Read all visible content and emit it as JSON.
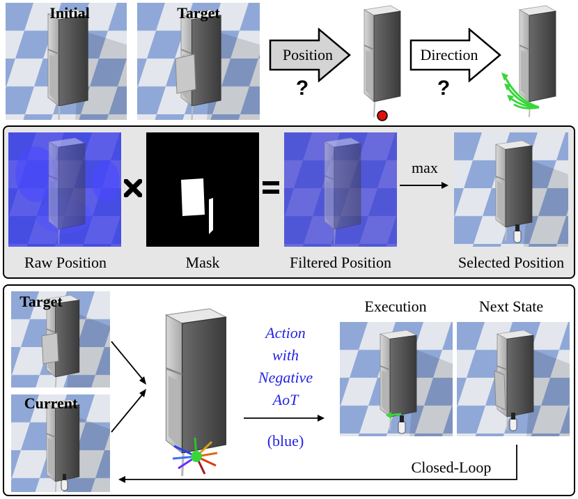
{
  "top": {
    "initial_label": "Initial",
    "target_label": "Target",
    "position_label": "Position",
    "direction_label": "Direction",
    "question_1": "?",
    "question_2": "?"
  },
  "middle": {
    "raw_position": "Raw Position",
    "mask": "Mask",
    "filtered_position": "Filtered Position",
    "selected_position": "Selected Position",
    "max_label": "max"
  },
  "bottom": {
    "target_label": "Target",
    "current_label": "Current",
    "execution_label": "Execution",
    "next_state_label": "Next State",
    "action_line1": "Action",
    "action_line2": "with",
    "action_line3": "Negative",
    "action_line4": "AoT",
    "blue_note": "(blue)",
    "closed_loop": "Closed-Loop"
  },
  "colors": {
    "floor_blue": "#8fa8d8",
    "floor_light": "#e3e6ec",
    "fridge_gray": "#c4c4c4",
    "heatmap_blue": "#3535e0",
    "annotation_blue": "#2323e6",
    "marker_red": "#e01010",
    "arrow_green": "#39d639"
  }
}
